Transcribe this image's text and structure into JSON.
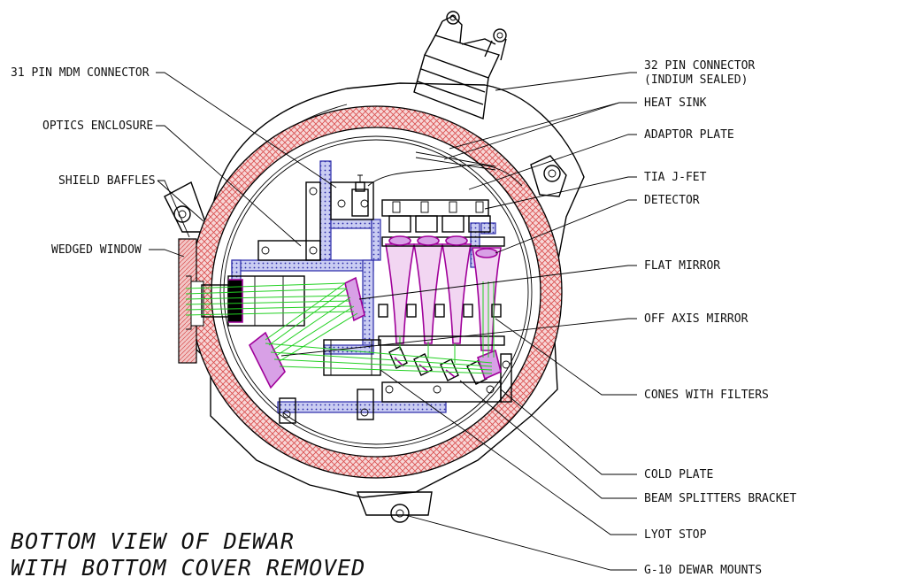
{
  "title": {
    "line1": "BOTTOM VIEW OF DEWAR",
    "line2": "WITH BOTTOM COVER REMOVED"
  },
  "labels": {
    "pin31": "31 PIN MDM CONNECTOR",
    "optics_enclosure": "OPTICS ENCLOSURE",
    "shield_baffles": "SHIELD BAFFLES",
    "wedged_window": "WEDGED WINDOW",
    "pin32_line1": "32 PIN CONNECTOR",
    "pin32_line2": "(INDIUM SEALED)",
    "heat_sink": "HEAT SINK",
    "adaptor_plate": "ADAPTOR PLATE",
    "tia_jfet": "TIA J-FET",
    "detector": "DETECTOR",
    "flat_mirror": "FLAT MIRROR",
    "off_axis_mirror": "OFF AXIS MIRROR",
    "cones_with_filters": "CONES WITH FILTERS",
    "cold_plate": "COLD PLATE",
    "beam_splitters_bracket": "BEAM SPLITTERS BRACKET",
    "lyot_stop": "LYOT STOP",
    "g10_dewar_mounts": "G-10 DEWAR MOUNTS"
  },
  "colors": {
    "insulation_hatch": "#d94c4c",
    "insulation_fill": "#f7d6d6",
    "enclosure_fill": "#c9ccf2",
    "enclosure_stroke": "#2a2aa8",
    "mirror_fill": "#d8a0e6",
    "mirror_stroke": "#a0009a",
    "beam": "#22d122"
  }
}
